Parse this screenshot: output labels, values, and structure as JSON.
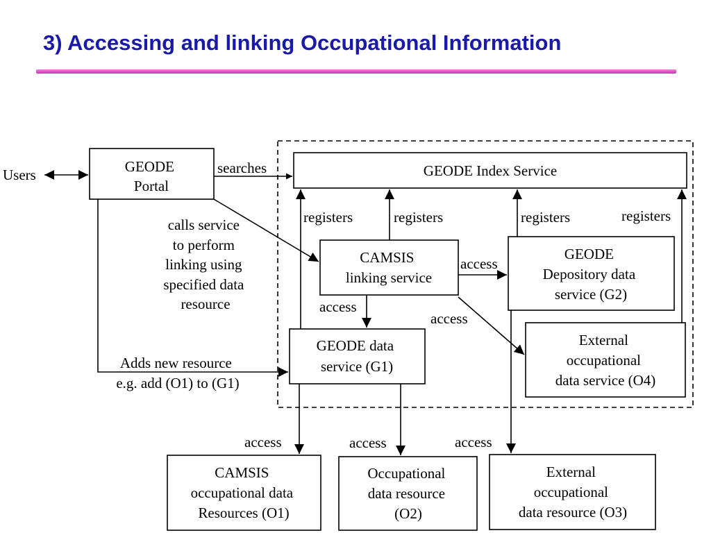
{
  "title": "3) Accessing and linking Occupational Information",
  "colors": {
    "title": "#1a1aa8",
    "rule": "#cc33aa"
  },
  "nodes": {
    "users": "Users",
    "portal": [
      "GEODE",
      "Portal"
    ],
    "index": "GEODE Index Service",
    "camsis_link": [
      "CAMSIS",
      "linking service"
    ],
    "depository": [
      "GEODE",
      "Depository data",
      "service (G2)"
    ],
    "external_service": [
      "External",
      "occupational",
      "data service (O4)"
    ],
    "g1": [
      "GEODE data",
      "service (G1)"
    ],
    "o1": [
      "CAMSIS",
      "occupational data",
      "Resources (O1)"
    ],
    "o2": [
      "Occupational",
      "data resource",
      "(O2)"
    ],
    "o3": [
      "External",
      "occupational",
      "data resource (O3)"
    ]
  },
  "edges": {
    "searches": "searches",
    "registers": "registers",
    "access": "access",
    "calls_service": [
      "calls service",
      "to perform",
      "linking using",
      "specified data",
      "resource"
    ],
    "adds_resource": [
      "Adds new resource",
      "e.g. add (O1) to (G1)"
    ]
  }
}
